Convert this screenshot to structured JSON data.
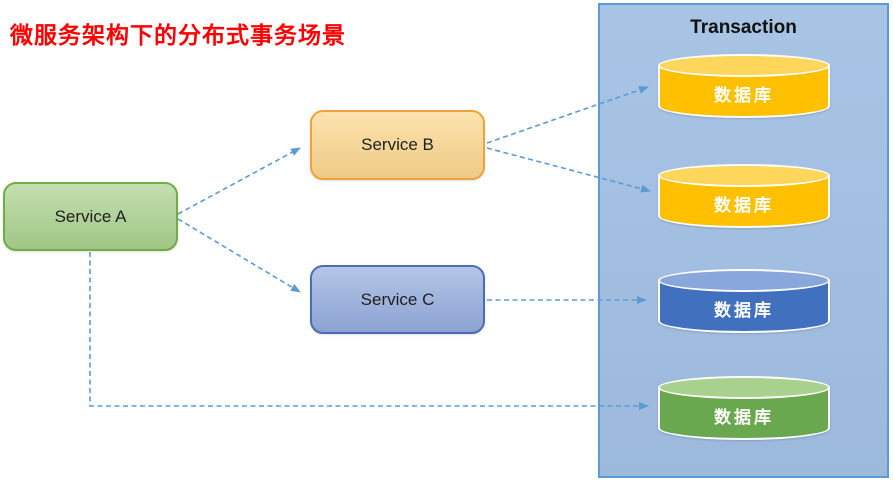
{
  "title": {
    "text": "微服务架构下的分布式事务场景",
    "color": "#FF0000"
  },
  "services": [
    {
      "id": "service-a",
      "label": "Service A",
      "fill": "#A9D18E",
      "border": "#70AD47"
    },
    {
      "id": "service-b",
      "label": "Service B",
      "fill": "#FBD68C",
      "border": "#ECA33C"
    },
    {
      "id": "service-c",
      "label": "Service C",
      "fill": "#93ACDD",
      "border": "#4E6CB3"
    }
  ],
  "transaction_panel": {
    "title": "Transaction",
    "fill": "#A1BFE3",
    "border": "#5B9BD5",
    "databases": [
      {
        "id": "database-1",
        "label": "数据库",
        "body_color": "#FFC000",
        "top_color": "#FFD65C"
      },
      {
        "id": "database-2",
        "label": "数据库",
        "body_color": "#FFC000",
        "top_color": "#FFD65C"
      },
      {
        "id": "database-3",
        "label": "数据库",
        "body_color": "#4170BE",
        "top_color": "#8AA7DC"
      },
      {
        "id": "database-4",
        "label": "数据库",
        "body_color": "#69A84F",
        "top_color": "#A9D18E"
      }
    ]
  },
  "arrows": {
    "color": "#5B9BD5",
    "style": "dashed",
    "connections": [
      {
        "from": "service-a",
        "to": "service-b"
      },
      {
        "from": "service-a",
        "to": "service-c"
      },
      {
        "from": "service-a",
        "to": "database-4"
      },
      {
        "from": "service-b",
        "to": "database-1"
      },
      {
        "from": "service-b",
        "to": "database-2"
      },
      {
        "from": "service-c",
        "to": "database-3"
      }
    ]
  }
}
